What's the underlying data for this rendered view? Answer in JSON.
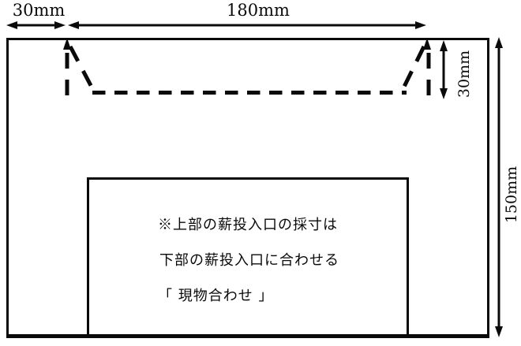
{
  "colors": {
    "ink": "#0a0a0a",
    "background": "#ffffff"
  },
  "dimensions": {
    "offset_top_left": "30mm",
    "opening_width_top": "180mm",
    "opening_depth_right": "30mm",
    "panel_height_right": "150mm"
  },
  "note": {
    "line1": "※上部の薪投入口の採寸は",
    "line2": "下部の薪投入口に合わせる",
    "line3": "「 現物合わせ 」"
  }
}
